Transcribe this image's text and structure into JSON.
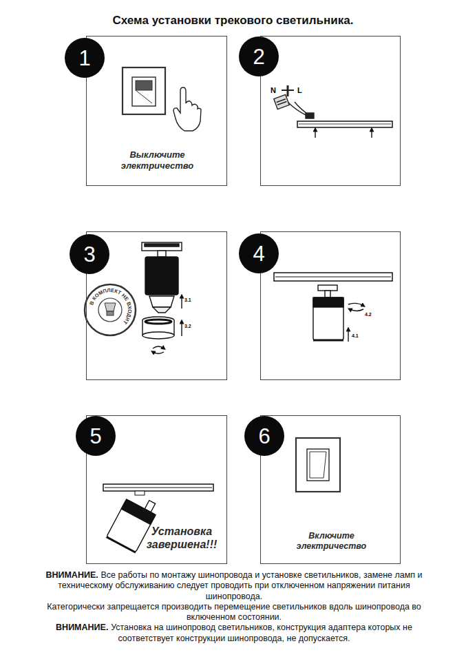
{
  "diagram": {
    "title": "Схема установки трекового светильника.",
    "nodes": [
      {
        "text": [
          "Выключите электричество"
        ]
      },
      {
        "text": [
          "1"
        ],
        "in": 0
      },
      {
        "text": []
      },
      {
        "text": [
          "2"
        ],
        "in": 2
      },
      {
        "text": []
      },
      {
        "text": [
          "3"
        ],
        "in": 4
      },
      {
        "text": []
      },
      {
        "text": [
          "4"
        ],
        "in": 6
      },
      {
        "text": [
          "Установка завершена!!!"
        ]
      },
      {
        "text": [
          "5"
        ],
        "in": 8
      },
      {
        "text": [
          "Включите электричество"
        ]
      },
      {
        "text": [
          "6"
        ],
        "in": 10
      }
    ],
    "labels": [
      "N",
      "L",
      "В КОМПЛЕКТ НЕ ВХОДИТ",
      "3.1",
      "3.2",
      "4.2",
      "4.1",
      "ВНИМАНИЕ.",
      "Все работы по монтажу шинопровода и установке светильников, замене ламп и техническому обслуживанию следует проводить при отключенном напряжении питания шинопровода.",
      "Категорически запрещается производить перемещение светильников вдоль шинопровода во включенном состоянии.",
      "ВНИМАНИЕ.",
      "Установка на шинопровод светильников, конструкция адаптера которых не соответствует конструкции шинопровода, не допускается."
    ]
  }
}
